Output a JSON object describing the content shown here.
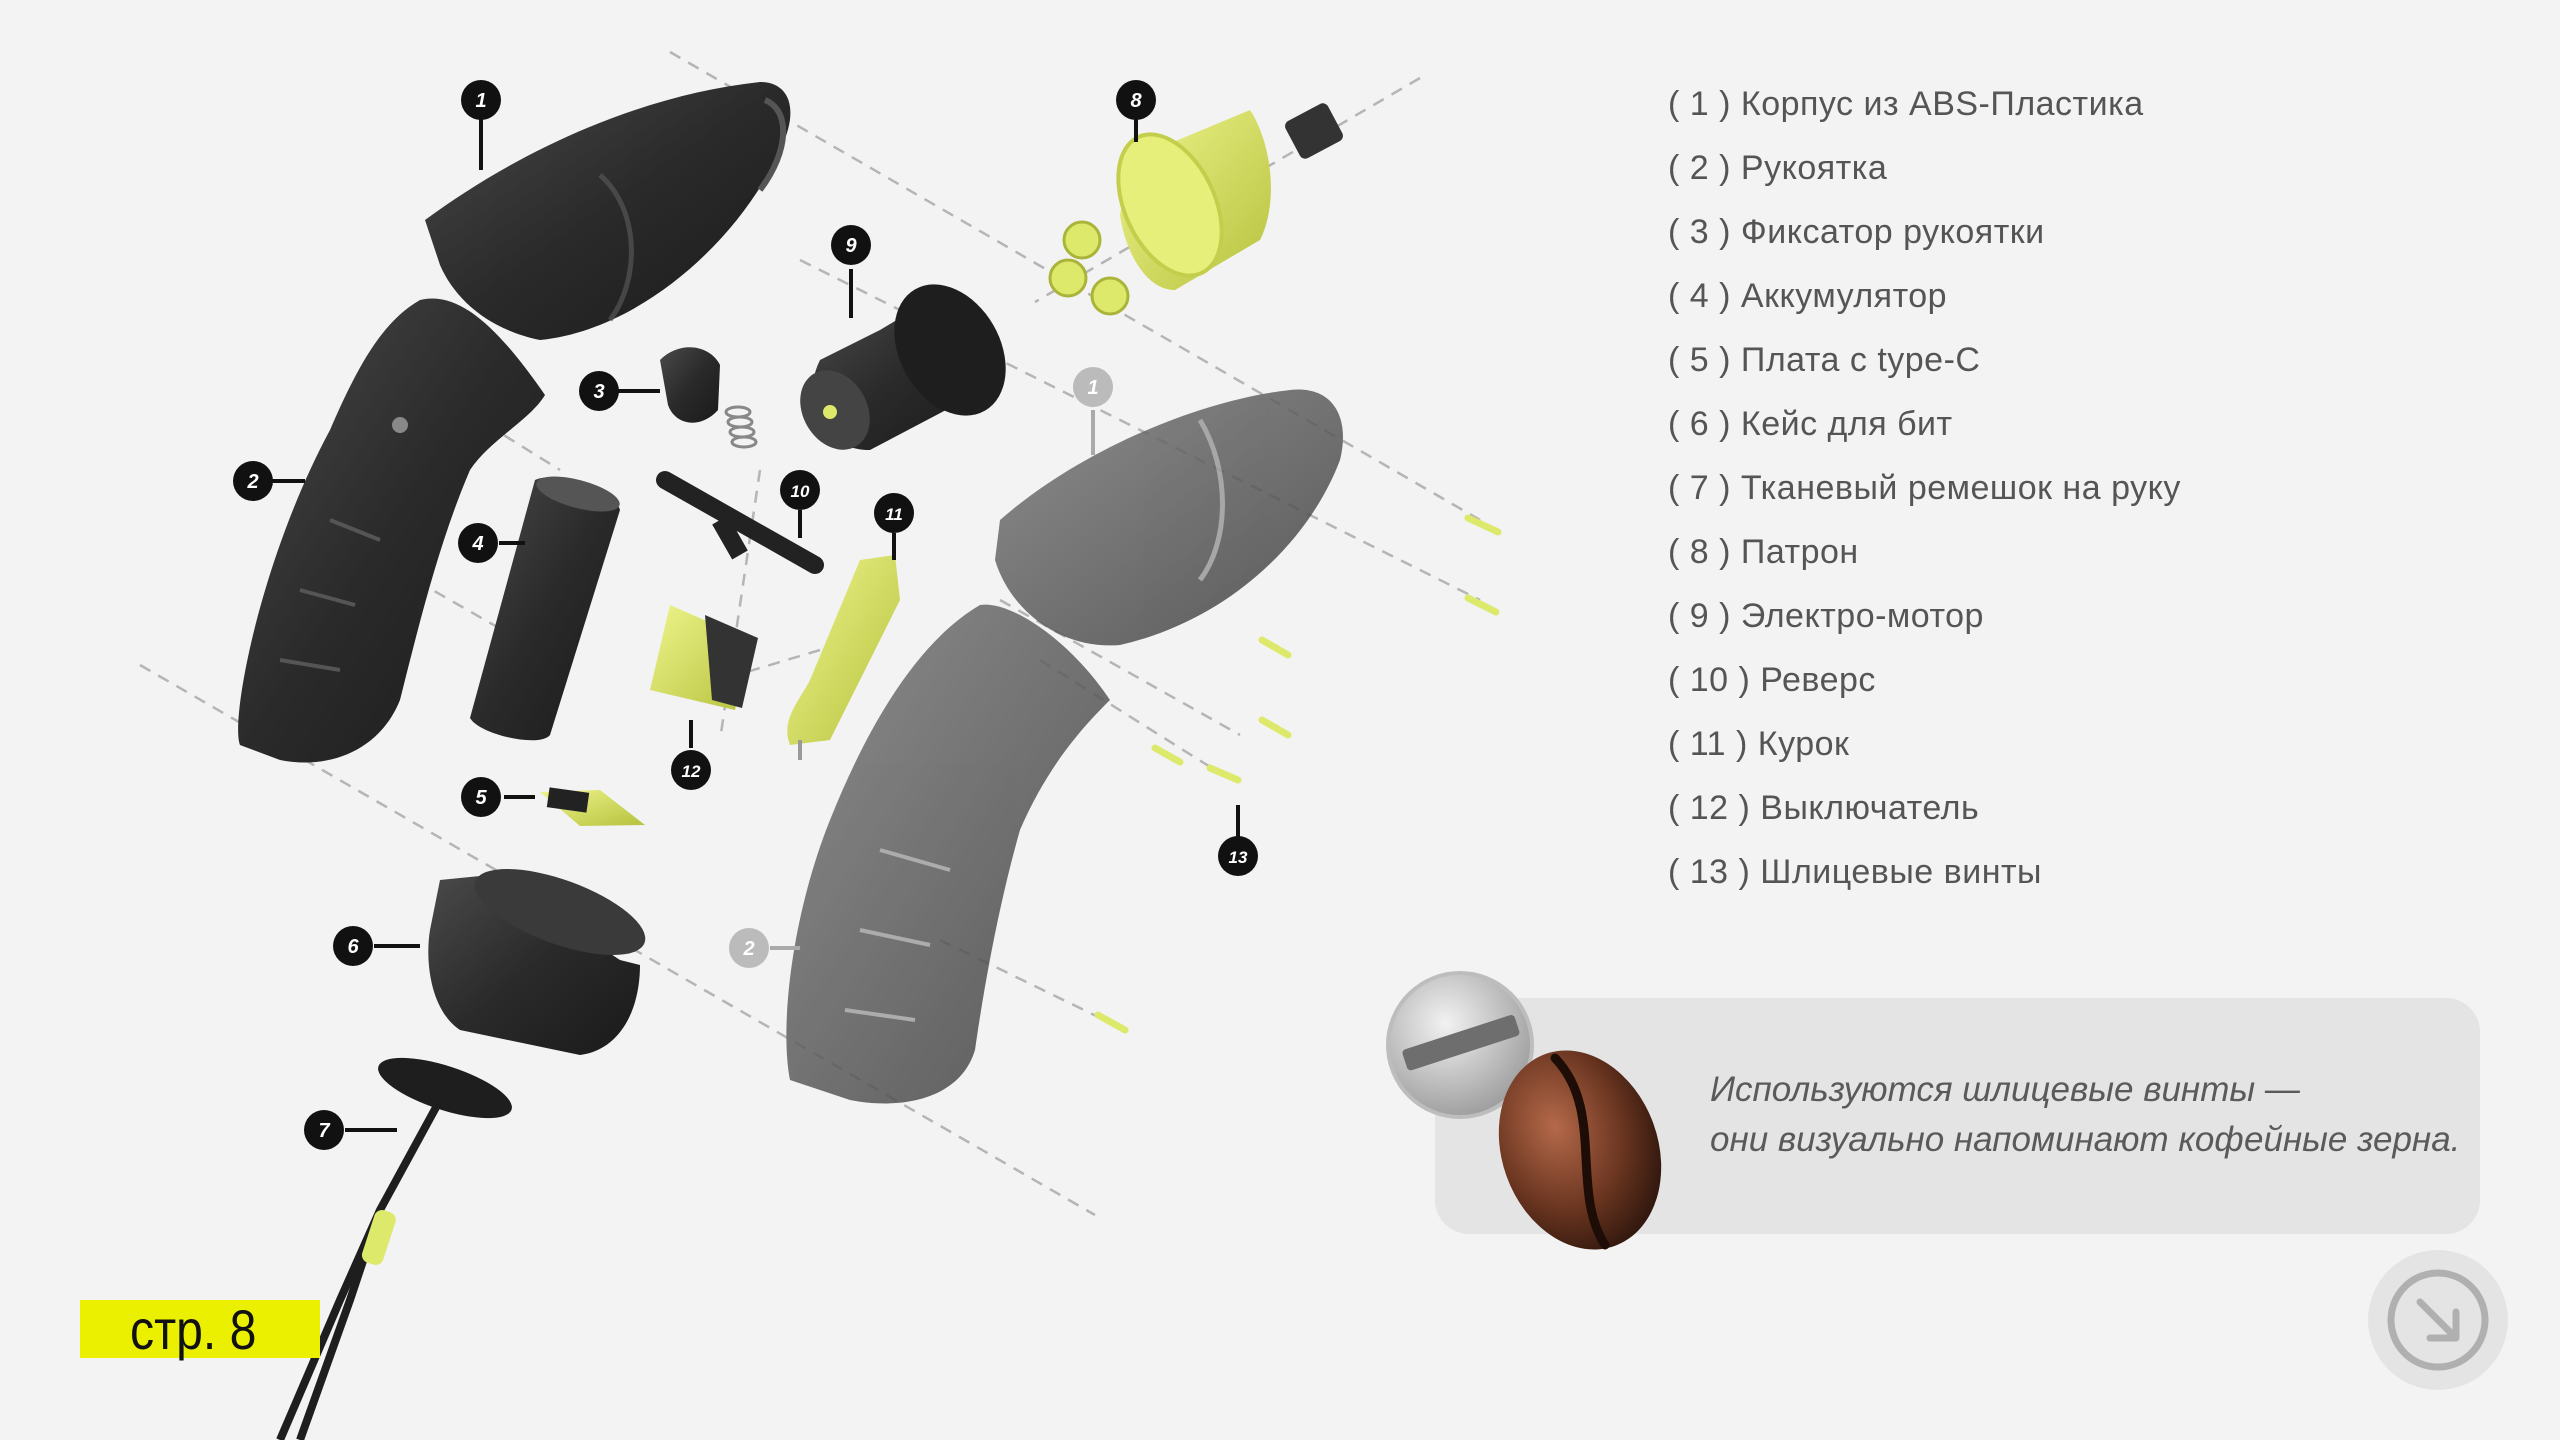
{
  "legend": [
    "( 1 ) Корпус из ABS-Пластика",
    "( 2 ) Рукоятка",
    "( 3 ) Фиксатор рукоятки",
    "( 4 ) Аккумулятор",
    "( 5 ) Плата с type-C",
    "( 6 ) Кейс для бит",
    "( 7 ) Тканевый ремешок на руку",
    "( 8 ) Патрон",
    "( 9 ) Электро-мотор",
    "( 10 ) Реверс",
    "( 11 ) Курок",
    "( 12 ) Выключатель",
    "( 13 ) Шлицевые винты"
  ],
  "callouts": [
    "1",
    "2",
    "3",
    "4",
    "5",
    "6",
    "7",
    "8",
    "9",
    "10",
    "11",
    "12",
    "13",
    "1",
    "2"
  ],
  "note": {
    "line1": "Используются шлицевые винты —",
    "line2": "они визуально напоминают кофейные зерна."
  },
  "page": {
    "label": "стр. 8"
  },
  "colors": {
    "accent": "#eaf000",
    "part_lime": "#dce96a",
    "body_dark": "#2b2b2b",
    "text": "#555555"
  },
  "icons": {
    "next": "arrow-down-right-circle-icon",
    "coffee": "coffee-bean-screw-illustration"
  }
}
